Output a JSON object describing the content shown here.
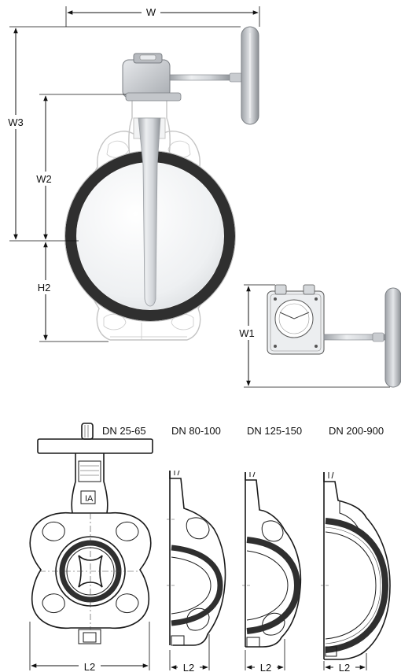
{
  "dimensions": {
    "w": "W",
    "w1": "W1",
    "w2": "W2",
    "w3": "W3",
    "h2": "H2",
    "l2": "L2"
  },
  "sizes": {
    "dn_25_65": "DN 25-65",
    "dn_80_100": "DN 80-100",
    "dn_125_150": "DN 125-150",
    "dn_200_900": "DN 200-900"
  },
  "colors": {
    "ink": "#1a1a1a",
    "liner": "#2f2f2f",
    "metal": "#c9ccd0",
    "handwheel": "#b9bcc1"
  }
}
